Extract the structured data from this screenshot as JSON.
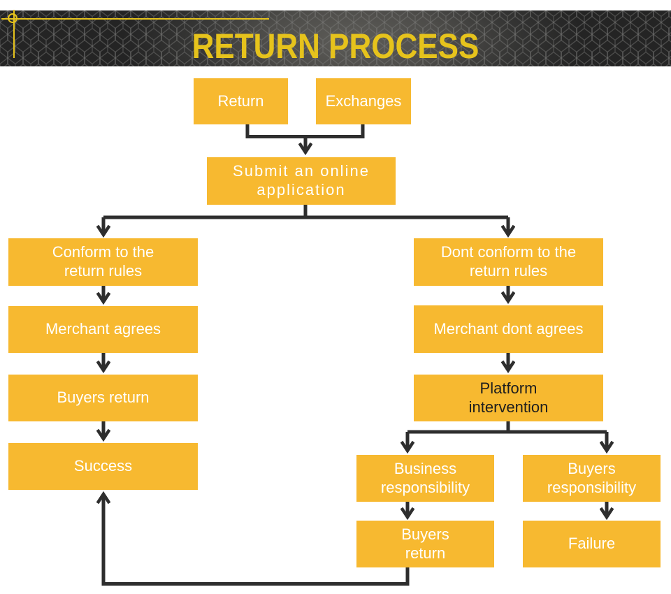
{
  "slide": {
    "title": "RETURN PROCESS"
  },
  "colors": {
    "accent": "#E6C31C",
    "box_fill": "#F7B930",
    "connector": "#2e2e2e",
    "header_dark": "#242424",
    "header_glow": "#5d5c58",
    "node_text_light": "#FFFFFF",
    "node_text_dark": "#1e1e1e"
  },
  "nodes": {
    "return": "Return",
    "exchanges": "Exchanges",
    "submit": "Submit an online\napplication",
    "conform": "Conform to the\nreturn rules",
    "merchant_agrees": "Merchant agrees",
    "buyers_return_left": "Buyers return",
    "success": "Success",
    "dont_conform": "Dont conform to the\nreturn rules",
    "merchant_dont_agrees": "Merchant dont agrees",
    "platform_intervention": "Platform\nintervention",
    "business_responsibility": "Business\nresponsibility",
    "buyers_responsibility": "Buyers\nresponsibility",
    "buyers_return_right": "Buyers\nreturn",
    "failure": "Failure"
  },
  "edges": [
    {
      "from": "return",
      "to": "submit"
    },
    {
      "from": "exchanges",
      "to": "submit"
    },
    {
      "from": "submit",
      "to": "conform"
    },
    {
      "from": "submit",
      "to": "dont_conform"
    },
    {
      "from": "conform",
      "to": "merchant_agrees"
    },
    {
      "from": "merchant_agrees",
      "to": "buyers_return_left"
    },
    {
      "from": "buyers_return_left",
      "to": "success"
    },
    {
      "from": "dont_conform",
      "to": "merchant_dont_agrees"
    },
    {
      "from": "merchant_dont_agrees",
      "to": "platform_intervention"
    },
    {
      "from": "platform_intervention",
      "to": "business_responsibility"
    },
    {
      "from": "platform_intervention",
      "to": "buyers_responsibility"
    },
    {
      "from": "business_responsibility",
      "to": "buyers_return_right"
    },
    {
      "from": "buyers_responsibility",
      "to": "failure"
    },
    {
      "from": "buyers_return_right",
      "to": "success"
    }
  ]
}
